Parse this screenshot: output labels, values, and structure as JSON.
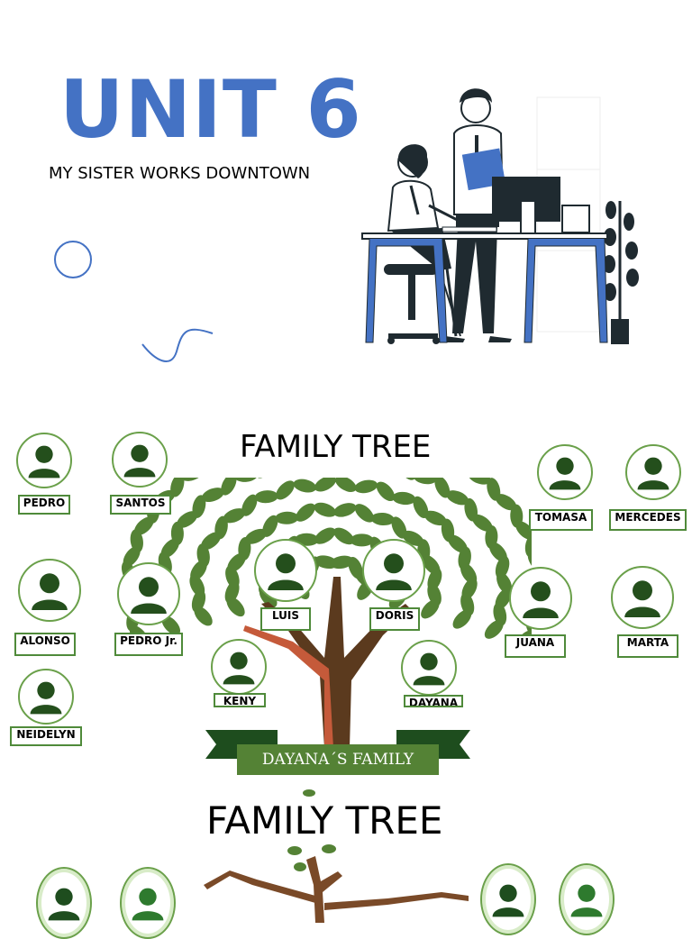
{
  "slide1": {
    "title": "UNIT 6",
    "subtitle": "MY SISTER WORKS DOWNTOWN"
  },
  "slide2": {
    "title": "FAMILY TREE",
    "banner": "DAYANA´S FAMILY",
    "members": {
      "pedro": "PEDRO",
      "santos": "SANTOS",
      "tomasa": "TOMASA",
      "mercedes": "MERCEDES",
      "alonso": "ALONSO",
      "pedro_jr": "PEDRO Jr.",
      "luis": "LUIS",
      "doris": "DORIS",
      "juana": "JUANA",
      "marta": "MARTA",
      "keny": "KENY",
      "dayana": "DAYANA",
      "neidelyn": "NEIDELYN"
    }
  },
  "slide3": {
    "title": "FAMILY TREE"
  },
  "colors": {
    "title_blue": "#4472c4",
    "leaf_green": "#548235",
    "dark_green": "#1e4d1e",
    "trunk_brown": "#5b3a1e",
    "branch_orange": "#c55a3a"
  }
}
